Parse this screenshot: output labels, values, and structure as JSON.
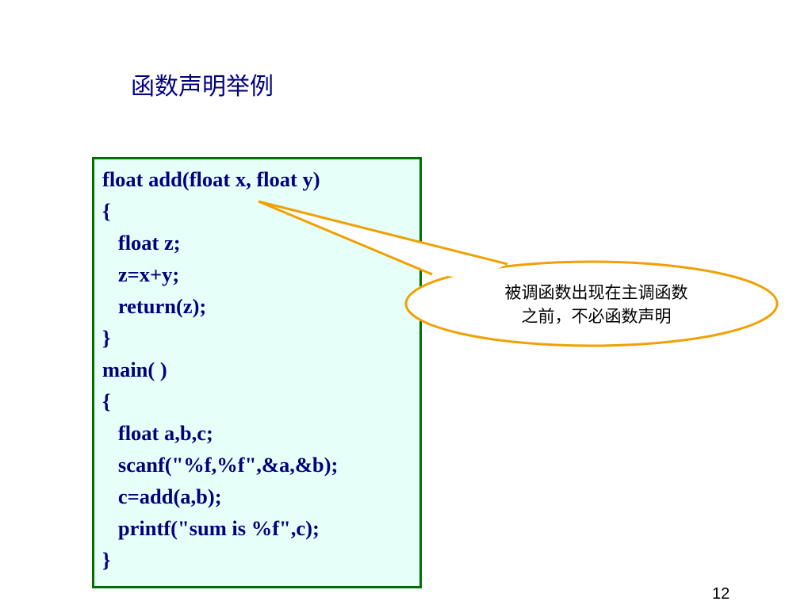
{
  "slide": {
    "title": "函数声明举例",
    "page_number": "12"
  },
  "code": {
    "lines": [
      "float add(float x, float y)",
      "{",
      "   float z;",
      "   z=x+y;",
      "   return(z);",
      "}",
      "main( )",
      "{",
      "   float a,b,c;",
      "   scanf(\"%f,%f\",&a,&b);",
      "   c=add(a,b);",
      "   printf(\"sum is %f\",c);",
      "}"
    ]
  },
  "callout": {
    "line1": "被调函数出现在主调函数",
    "line2": "之前，不必函数声明"
  },
  "colors": {
    "code_text": "#000080",
    "code_background": "#e6fff8",
    "code_border": "#007000",
    "callout_border": "#f0a000"
  }
}
